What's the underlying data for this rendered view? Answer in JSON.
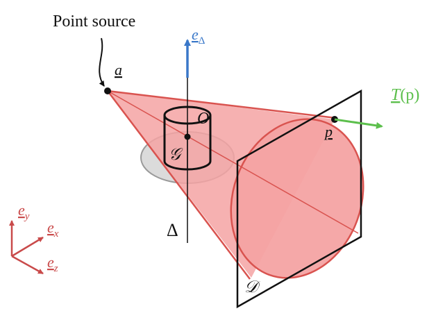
{
  "labels": {
    "point_source": "Point source",
    "point_a": "a",
    "axis_e_delta": "e",
    "axis_e_delta_sub": "Δ",
    "point_O": "O",
    "point_G": "𝒢",
    "point_p": "p",
    "vector_T": "T",
    "vector_T_arg": "(p)",
    "axis_delta": "Δ",
    "detector_D": "𝒟",
    "frame_e_x": "e",
    "frame_e_x_sub": "x",
    "frame_e_y": "e",
    "frame_e_y_sub": "y",
    "frame_e_z": "e",
    "frame_e_z_sub": "z"
  },
  "colors": {
    "cone_fill": "#f4a3a3",
    "cone_stroke": "#d9534f",
    "axis_blue": "#3a78c9",
    "tangent_green": "#5cbf4c",
    "frame_red": "#c94a4a",
    "shadow_gray": "#9a9a9a",
    "ink": "#111111"
  }
}
